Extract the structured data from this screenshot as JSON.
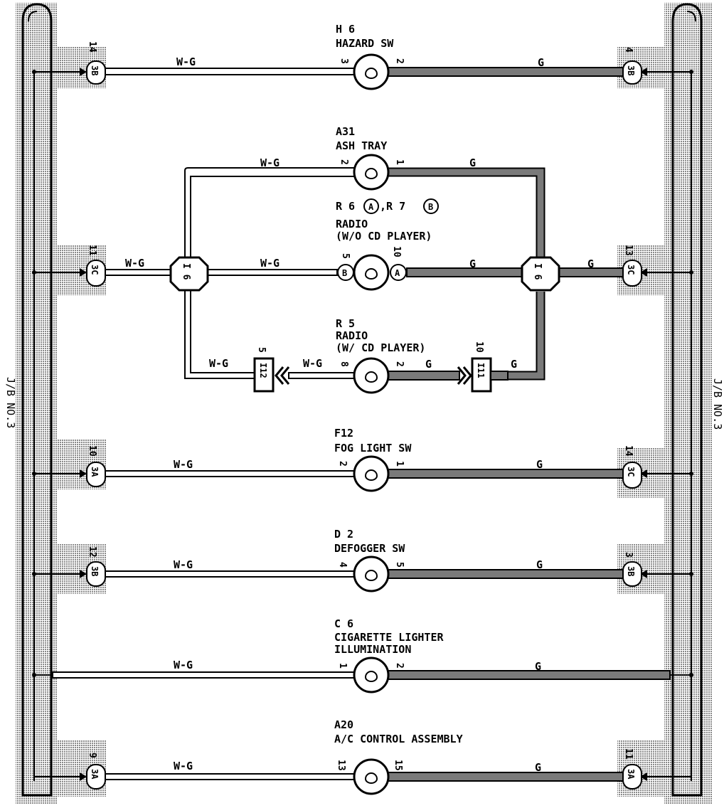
{
  "jb_left": {
    "label": "J/B NO.3"
  },
  "jb_right": {
    "label": "J/B NO.3"
  },
  "wires": {
    "wg": "W-G",
    "g": "G"
  },
  "junction": {
    "label": "I 6"
  },
  "components": {
    "hazard": {
      "code": "H 6",
      "name": "HAZARD SW",
      "pin_left": "3",
      "pin_right": "2",
      "jb_left_pin": "14",
      "jb_left_conn": "3B",
      "jb_right_pin": "4",
      "jb_right_conn": "3B"
    },
    "ash": {
      "code": "A31",
      "name": "ASH TRAY",
      "pin_left": "2",
      "pin_right": "1"
    },
    "radio_a": {
      "code": "R 6",
      "badge_a": "A",
      "mid": ",R 7",
      "badge_b": "B",
      "name1": "RADIO",
      "name2": "(W/O CD PLAYER)",
      "pin_left": "5",
      "pin_left_conn": "B",
      "pin_right": "10",
      "pin_right_conn": "A",
      "jb_left_pin": "11",
      "jb_left_conn": "3C",
      "jb_right_pin": "13",
      "jb_right_conn": "3C"
    },
    "radio_b": {
      "code": "R 5",
      "name1": "RADIO",
      "name2": "(W/ CD PLAYER)",
      "pin_left": "8",
      "pin_right": "2",
      "conn_left": "I12",
      "conn_left_pin": "5",
      "conn_right": "I11",
      "conn_right_pin": "10"
    },
    "fog": {
      "code": "F12",
      "name": "FOG LIGHT SW",
      "pin_left": "2",
      "pin_right": "1",
      "jb_left_pin": "10",
      "jb_left_conn": "3A",
      "jb_right_pin": "14",
      "jb_right_conn": "3C"
    },
    "defog": {
      "code": "D 2",
      "name": "DEFOGGER SW",
      "pin_left": "4",
      "pin_right": "5",
      "jb_left_pin": "12",
      "jb_left_conn": "3B",
      "jb_right_pin": "3",
      "jb_right_conn": "3B"
    },
    "cig": {
      "code": "C 6",
      "name1": "CIGARETTE LIGHTER",
      "name2": "ILLUMINATION",
      "pin_left": "1",
      "pin_right": "2"
    },
    "ac": {
      "code": "A20",
      "name": "A/C CONTROL ASSEMBLY",
      "pin_left": "13",
      "pin_right": "15",
      "jb_left_pin": "9",
      "jb_left_conn": "3A",
      "jb_right_pin": "11",
      "jb_right_conn": "3A"
    }
  },
  "colors": {
    "line": "#000000",
    "shade": "#a8a8a8",
    "g_wire": "#7a7a7a"
  }
}
